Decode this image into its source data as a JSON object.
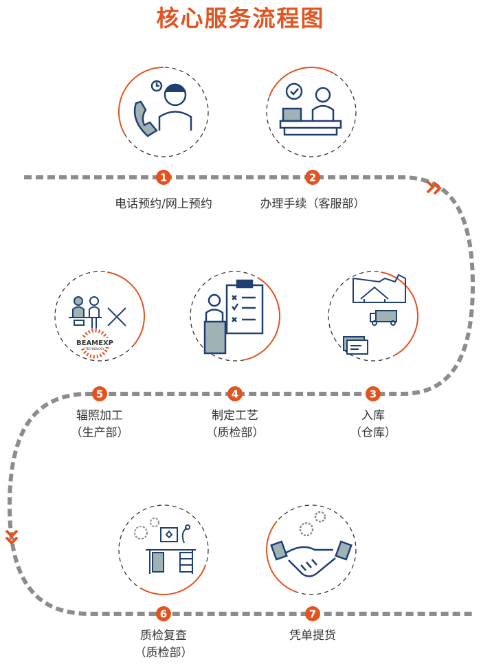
{
  "title": "核心服务流程图",
  "colors": {
    "accent": "#e2531f",
    "path": "#8c8c8c",
    "icon": "#1f3f73",
    "icon_fill": "#9fb3b5"
  },
  "steps": [
    {
      "num": "1",
      "label": [
        "电话预约/网上预约"
      ],
      "icon": "phone-agent-icon"
    },
    {
      "num": "2",
      "label": [
        "办理手续（客服部）"
      ],
      "icon": "service-desk-icon"
    },
    {
      "num": "3",
      "label": [
        "入库",
        "（仓库）"
      ],
      "icon": "warehouse-icon"
    },
    {
      "num": "4",
      "label": [
        "制定工艺",
        "（质检部）"
      ],
      "icon": "checklist-icon"
    },
    {
      "num": "5",
      "label": [
        "辐照加工",
        "（生产部）"
      ],
      "icon": "workers-tools-icon"
    },
    {
      "num": "6",
      "label": [
        "质检复查",
        "（质检部）"
      ],
      "icon": "inspection-desk-icon"
    },
    {
      "num": "7",
      "label": [
        "凭单提货"
      ],
      "icon": "handshake-icon"
    }
  ],
  "logo": {
    "text": "BEAMEXP",
    "sub": "TECHNOLOGY"
  }
}
